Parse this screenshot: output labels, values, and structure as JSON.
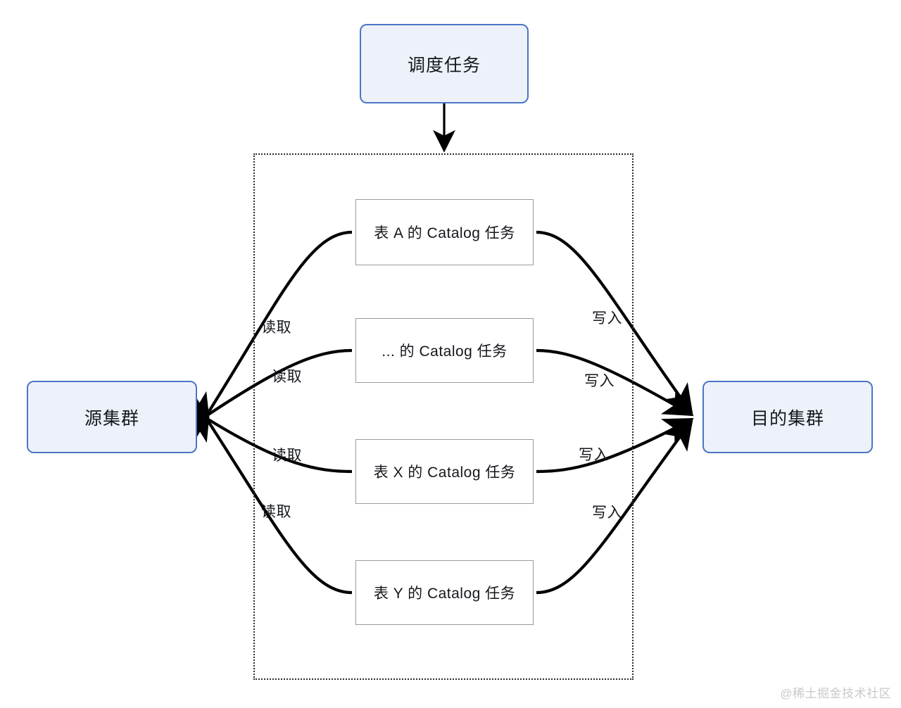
{
  "diagram": {
    "title_node": {
      "label": "调度任务"
    },
    "source_node": {
      "label": "源集群"
    },
    "target_node": {
      "label": "目的集群"
    },
    "group": {
      "label": ""
    },
    "tasks": [
      {
        "label": "表 A 的 Catalog 任务"
      },
      {
        "label": "... 的 Catalog 任务"
      },
      {
        "label": "表 X 的 Catalog 任务"
      },
      {
        "label": "表 Y 的 Catalog 任务"
      }
    ],
    "read_labels": [
      {
        "label": "读取"
      },
      {
        "label": "读取"
      },
      {
        "label": "读取"
      },
      {
        "label": "读取"
      }
    ],
    "write_labels": [
      {
        "label": "写入"
      },
      {
        "label": "写入"
      },
      {
        "label": "写入"
      },
      {
        "label": "写入"
      }
    ],
    "watermark": "@稀土掘金技术社区",
    "colors": {
      "node_border": "#4a76c4",
      "node_fill": "#edf1fa",
      "task_border": "#9a9a9a",
      "task_fill": "#ffffff",
      "edge": "#000000",
      "group_border": "#2b2b2b",
      "text": "#14171c",
      "watermark": "#c9c9c9"
    }
  }
}
